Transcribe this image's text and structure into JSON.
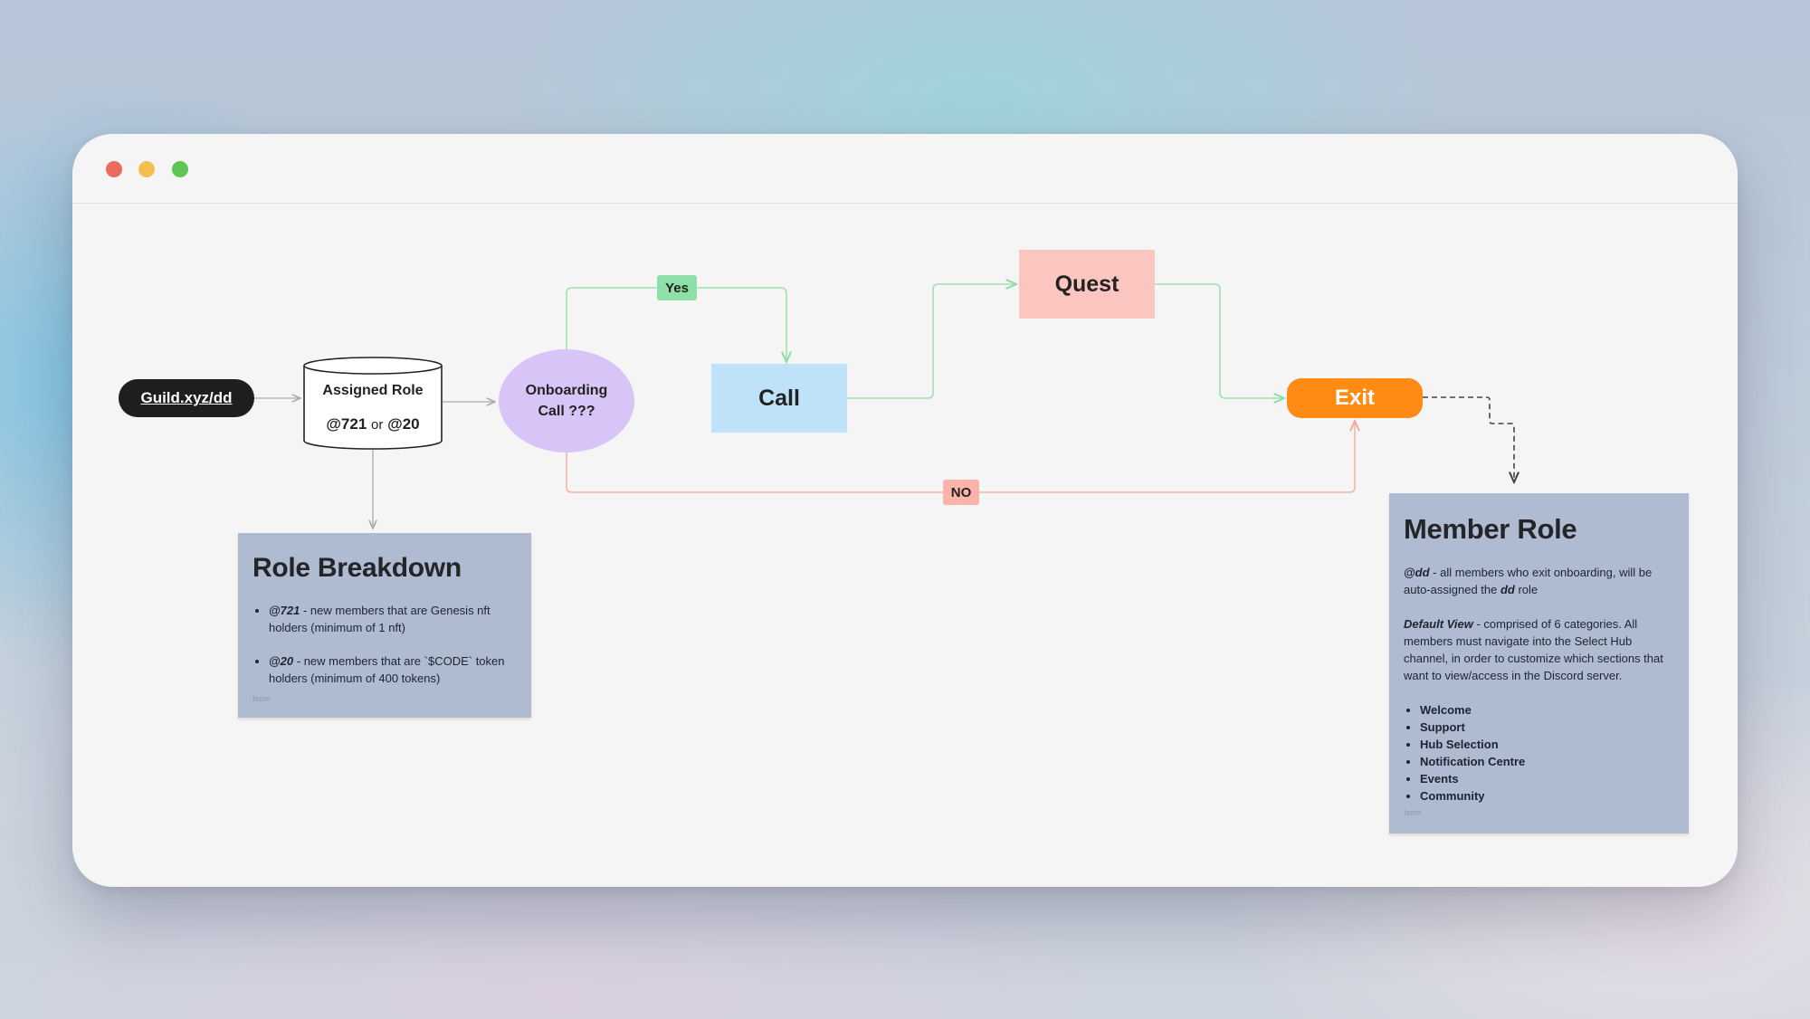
{
  "window": {
    "controls": [
      "close",
      "minimize",
      "maximize"
    ],
    "colors": {
      "close": "#ec6a5e",
      "minimize": "#f4bf4f",
      "maximize": "#61c554"
    }
  },
  "diagram": {
    "start": {
      "label": "Guild.xyz/dd"
    },
    "assigned_role": {
      "title": "Assigned Role",
      "role_a": "@721",
      "connector": "or",
      "role_b": "@20"
    },
    "onboarding": {
      "line1": "Onboarding",
      "line2": "Call ???"
    },
    "call": {
      "label": "Call"
    },
    "quest": {
      "label": "Quest"
    },
    "exit": {
      "label": "Exit"
    },
    "labels": {
      "yes": "Yes",
      "no": "NO"
    },
    "colors": {
      "start": "#1e1e1e",
      "onboarding": "#d9c4f7",
      "call": "#bfe2fb",
      "quest": "#fcc6c0",
      "exit": "#ff8a14",
      "yes_edge": "#9fe2b1",
      "no_edge": "#f7b4a6",
      "note": "#afbbd0"
    }
  },
  "role_breakdown": {
    "title": "Role Breakdown",
    "items": [
      {
        "role": "@721",
        "text": " - new members that are Genesis nft holders (minimum of 1 nft)"
      },
      {
        "role": "@20",
        "text": " - new members that are `$CODE` token holders (minimum of 400 tokens)"
      }
    ],
    "footer": "Isom"
  },
  "member_role": {
    "title": "Member Role",
    "dd": {
      "role": "@dd",
      "text_a": " - all members who exit onboarding, will be auto-assigned the ",
      "role_name": "dd",
      "text_b": " role"
    },
    "default_view": {
      "label": "Default View",
      "text": " - comprised of 6 categories. All members must navigate into the Select Hub channel, in order to customize which sections that want to view/access in the Discord server."
    },
    "categories": [
      "Welcome",
      "Support",
      "Hub Selection",
      "Notification Centre",
      "Events",
      "Community"
    ],
    "footer": "Isom"
  }
}
